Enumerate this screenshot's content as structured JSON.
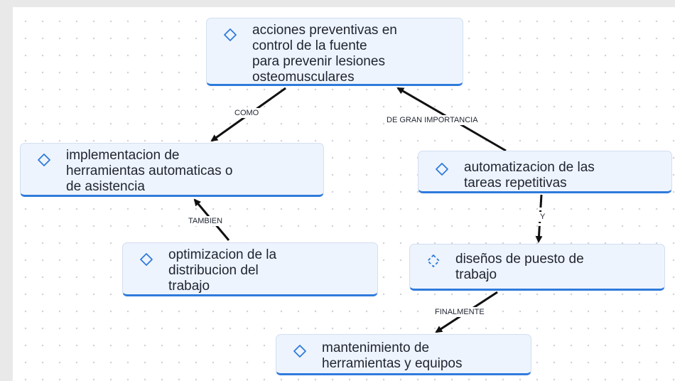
{
  "nodes": {
    "root": "acciones preventivas en\ncontrol de la fuente\npara prevenir lesiones\nosteomusculares",
    "implementacion": "implementacion de\nherramientas automaticas o\nde asistencia",
    "automatizacion": "automatizacion de las\ntareas repetitivas",
    "optimizacion": "optimizacion de la\ndistribucion  del\ntrabajo",
    "disenos": "diseños de puesto de\ntrabajo",
    "mantenimiento": "mantenimiento de\nherramientas y equipos"
  },
  "edge_labels": {
    "como": "COMO",
    "importancia": "DE GRAN IMPORTANCIA",
    "tambien": "TAMBIEN",
    "y": "Y",
    "finalmente": "FINALMENTE"
  },
  "colors": {
    "node_fill": "#eef4fd",
    "node_accent": "#2f7bdc",
    "edge": "#111111"
  },
  "icons": {
    "default": "diamond-outline-icon",
    "disenos": "diamond-dashed-icon"
  }
}
